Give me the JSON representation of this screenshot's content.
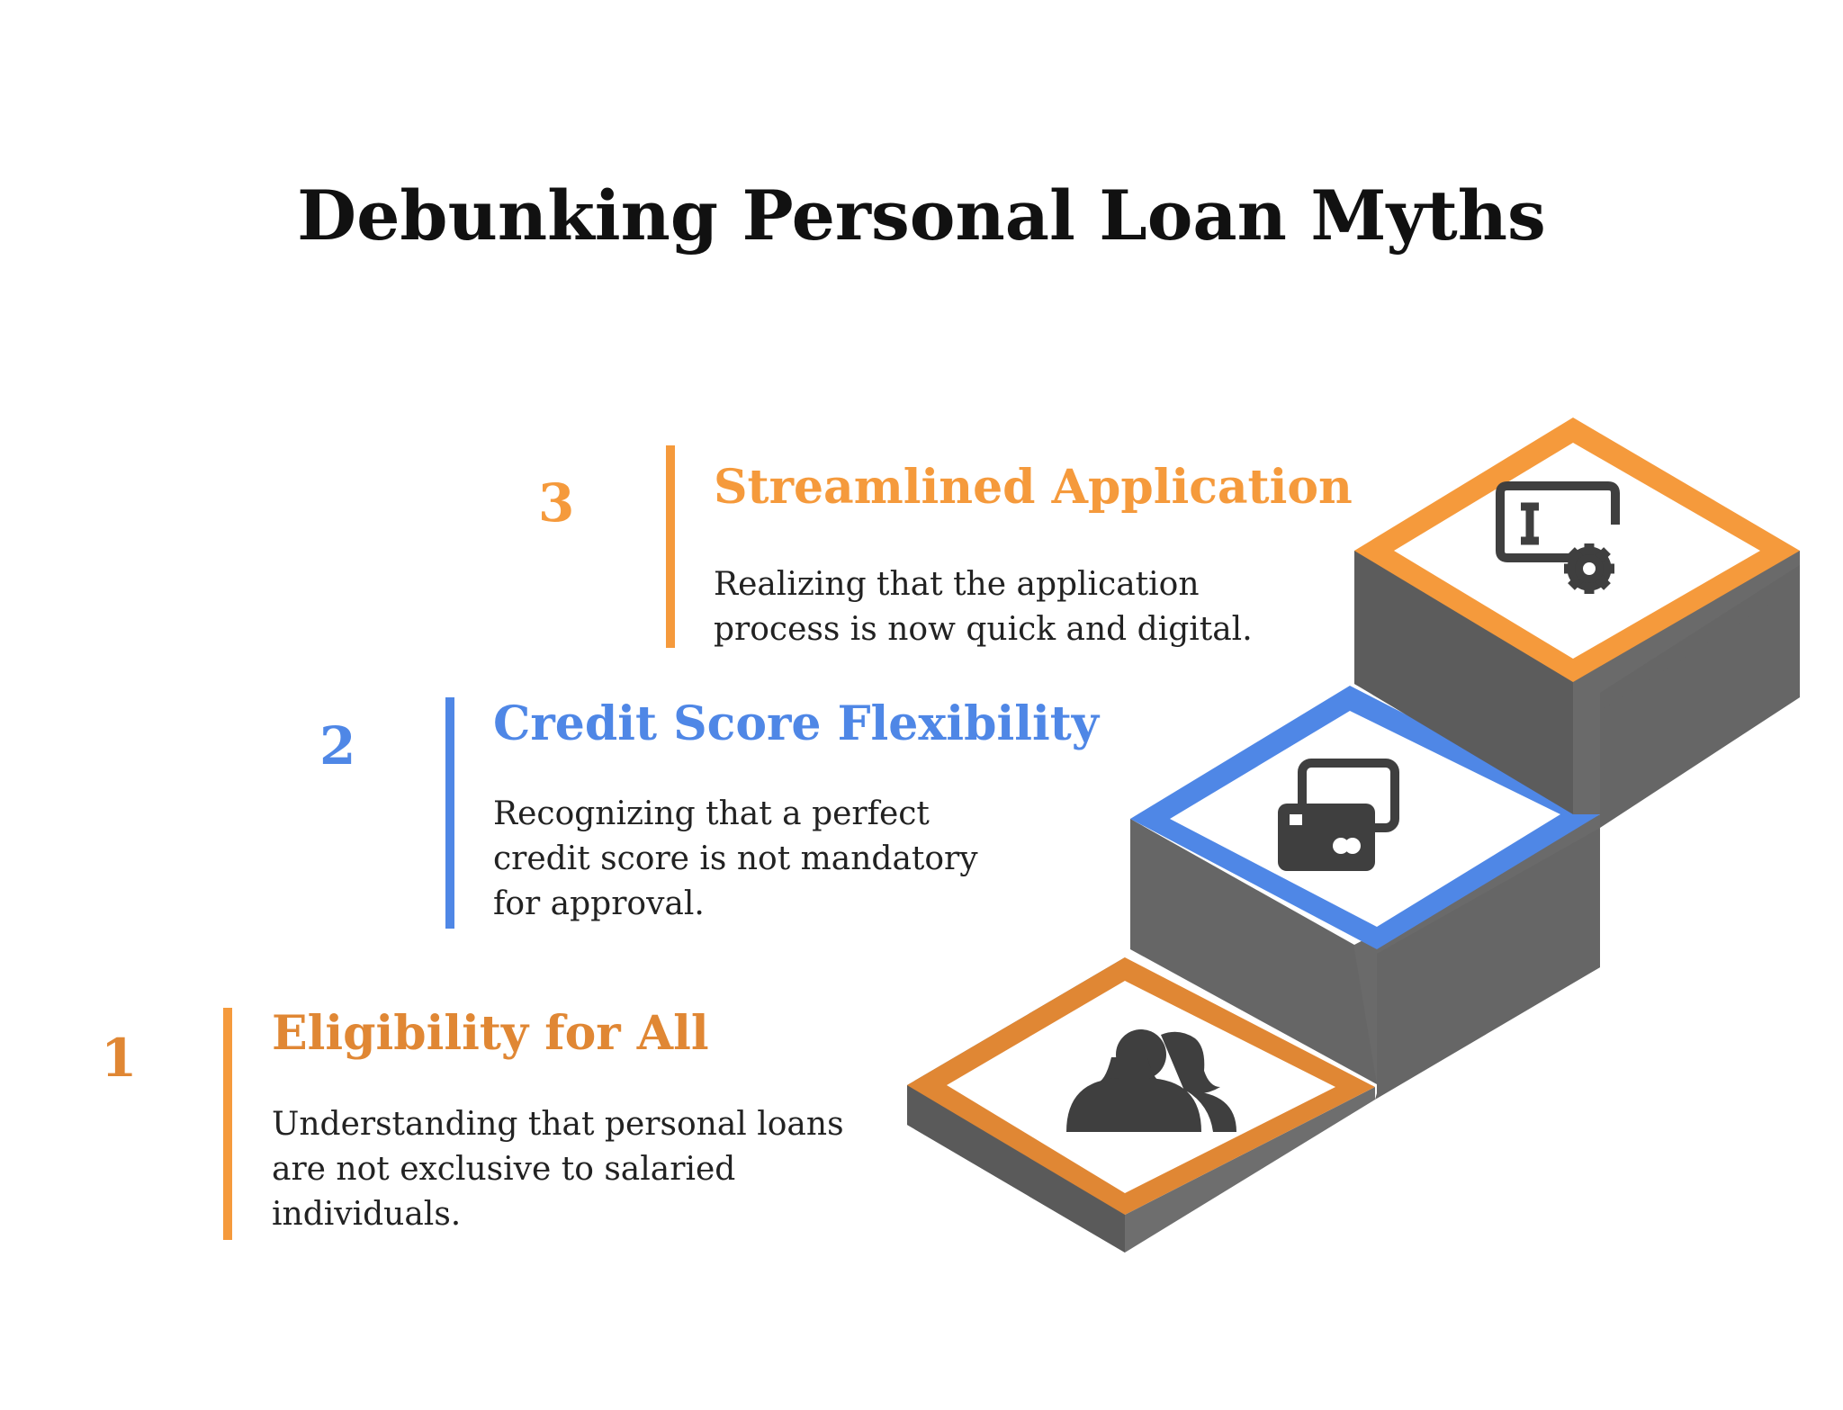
{
  "title": "Debunking Personal Loan Myths",
  "colors": {
    "orange": "#F59A3C",
    "orange_dark": "#E08734",
    "blue": "#4F87E6",
    "gray": "#666666",
    "icon": "#3F3F3F"
  },
  "steps": [
    {
      "number": "1",
      "title": "Eligibility for All",
      "description": "Understanding that personal loans are not exclusive to salaried individuals.",
      "icon": "users-icon",
      "color": "#E08734"
    },
    {
      "number": "2",
      "title": "Credit Score Flexibility",
      "description": "Recognizing that a perfect credit score is not mandatory for approval.",
      "icon": "credit-cards-icon",
      "color": "#4F87E6"
    },
    {
      "number": "3",
      "title": "Streamlined Application",
      "description": "Realizing that the application process is now quick and digital.",
      "icon": "form-settings-icon",
      "color": "#F59A3C"
    }
  ]
}
